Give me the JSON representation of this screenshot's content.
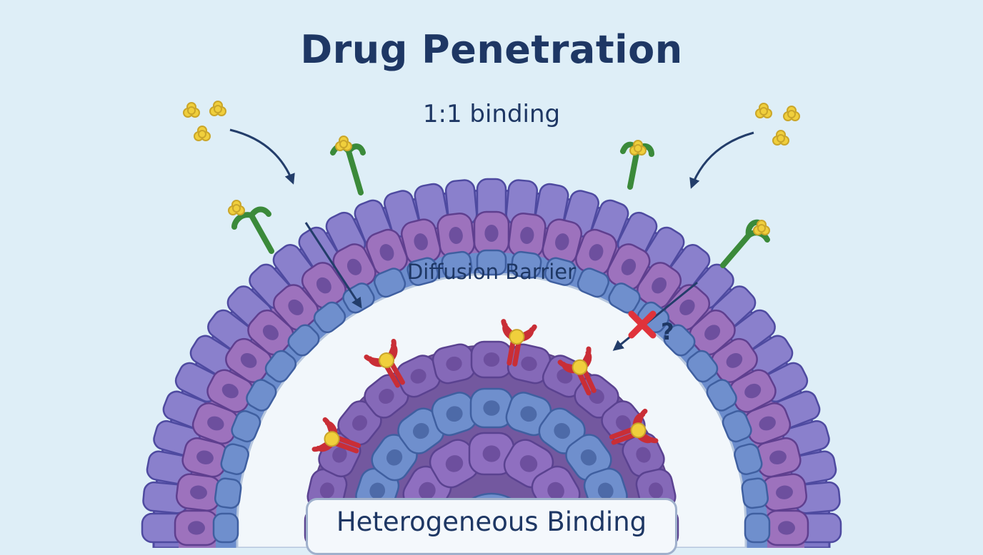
{
  "title": "Drug Penetration",
  "labels": {
    "binding": "1:1 binding",
    "barrier": "Diffusion Barrier",
    "question": "?",
    "heterogeneous": "Heterogeneous Binding"
  },
  "colors": {
    "background": "#deeef7",
    "text": "#1e3764",
    "outer_cell": "#8a80cc",
    "purple_cell": "#9d72bd",
    "blue_cell": "#6f8fcd",
    "nucleus": "#6d4f9e",
    "barrier": "#f2f7fb",
    "receptor": "#4ea34c",
    "drug": "#f0cf3c",
    "bound_receptor": "#d33c42",
    "blocked_mark": "#e0333b",
    "arrow": "#233d6a"
  },
  "icons": [
    "drug-molecule-icon",
    "receptor-icon",
    "bound-receptor-icon",
    "blocked-cross-icon",
    "arrow-icon"
  ]
}
